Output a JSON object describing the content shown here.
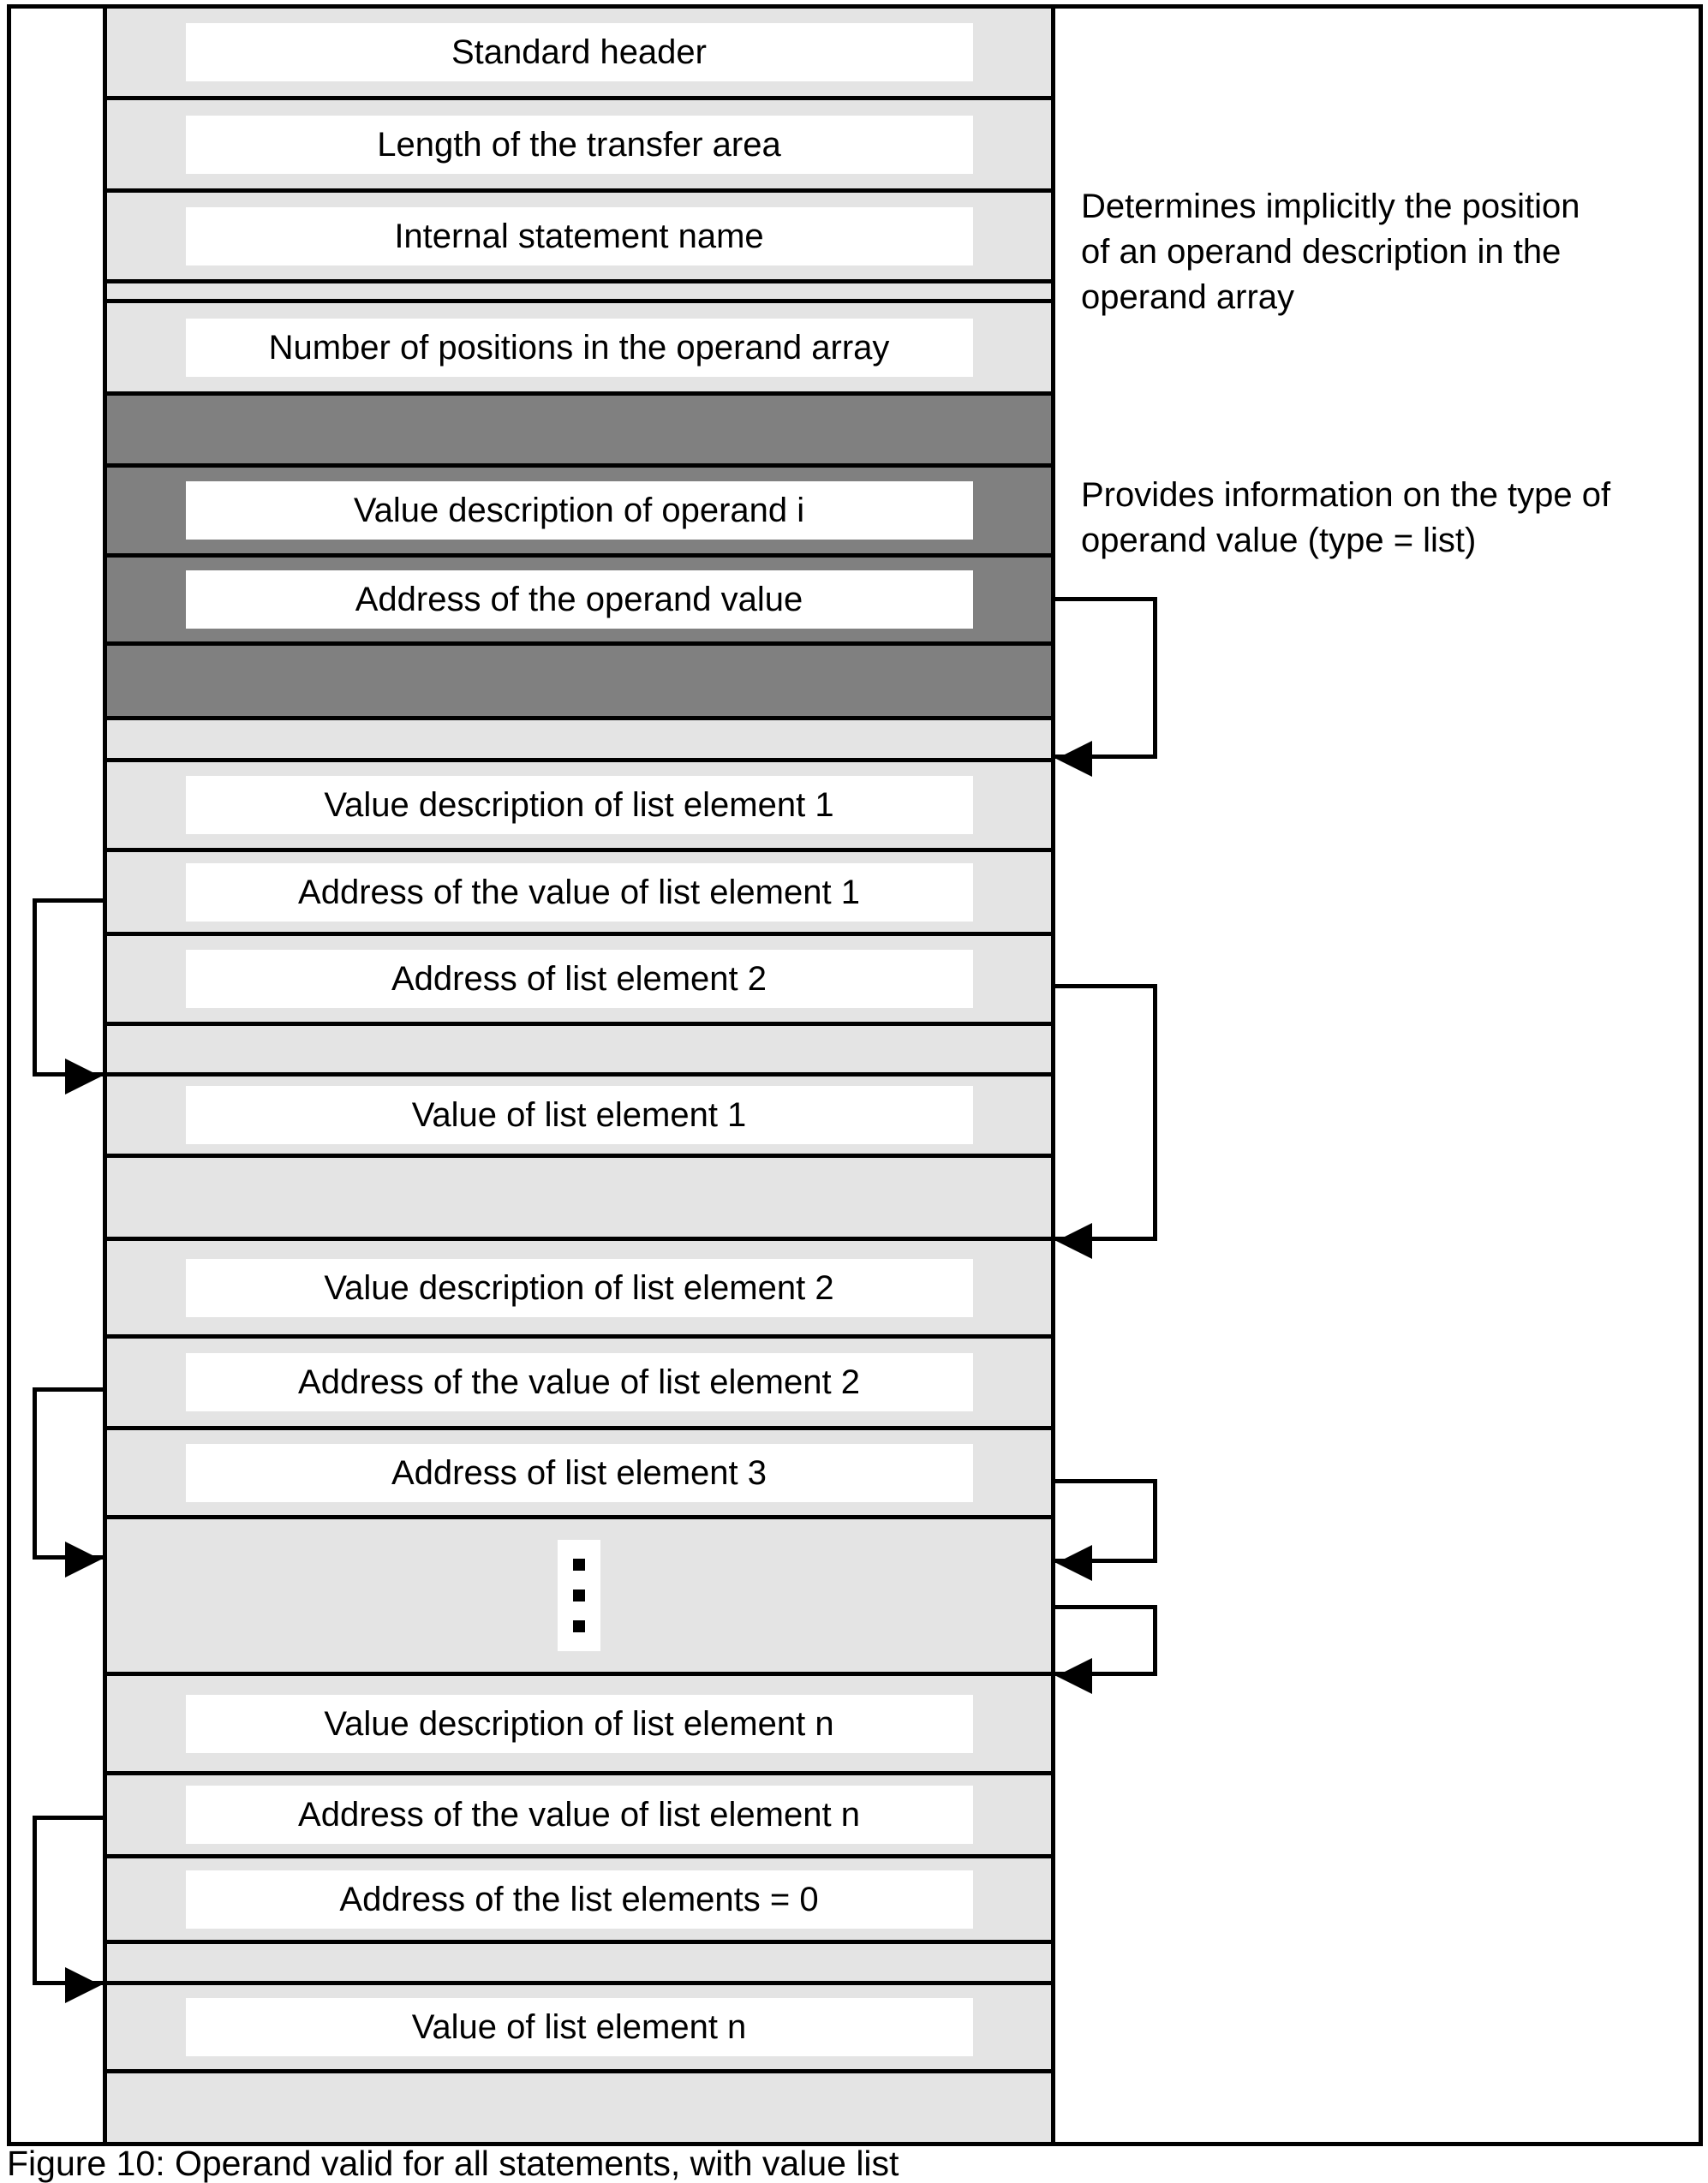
{
  "figure": {
    "caption": "Figure 10: Operand valid for all statements, with value list"
  },
  "colors": {
    "light_gray": "#e4e4e4",
    "dark_gray": "#808080",
    "line_black": "#000000",
    "paper_white": "#ffffff"
  },
  "stack": {
    "cells": [
      {
        "label": "Standard header"
      },
      {
        "label": "Length of the transfer area"
      },
      {
        "label": "Internal statement name"
      },
      {
        "label": ""
      },
      {
        "label": "Number of positions in the operand array"
      },
      {
        "label": ""
      },
      {
        "label": "Value description of operand i"
      },
      {
        "label": "Address of the operand value"
      },
      {
        "label": ""
      },
      {
        "label": ""
      },
      {
        "label": "Value description of list element 1"
      },
      {
        "label": "Address of the value of list element 1"
      },
      {
        "label": "Address of list element 2"
      },
      {
        "label": ""
      },
      {
        "label": "Value of list element 1"
      },
      {
        "label": ""
      },
      {
        "label": "Value description of list element 2"
      },
      {
        "label": "Address of the value of list element 2"
      },
      {
        "label": "Address of list element 3"
      },
      {
        "label": ""
      },
      {
        "label": "Value description of list element n"
      },
      {
        "label": "Address of the value of list element n"
      },
      {
        "label": "Address of the list elements = 0"
      },
      {
        "label": ""
      },
      {
        "label": "Value of list element n"
      },
      {
        "label": ""
      }
    ]
  },
  "annotations": [
    {
      "lines": [
        "Determines implicitly the position",
        "of an operand description in the",
        "operand array"
      ]
    },
    {
      "lines": [
        "Provides information on the type of",
        "operand value (type = list)"
      ]
    }
  ]
}
